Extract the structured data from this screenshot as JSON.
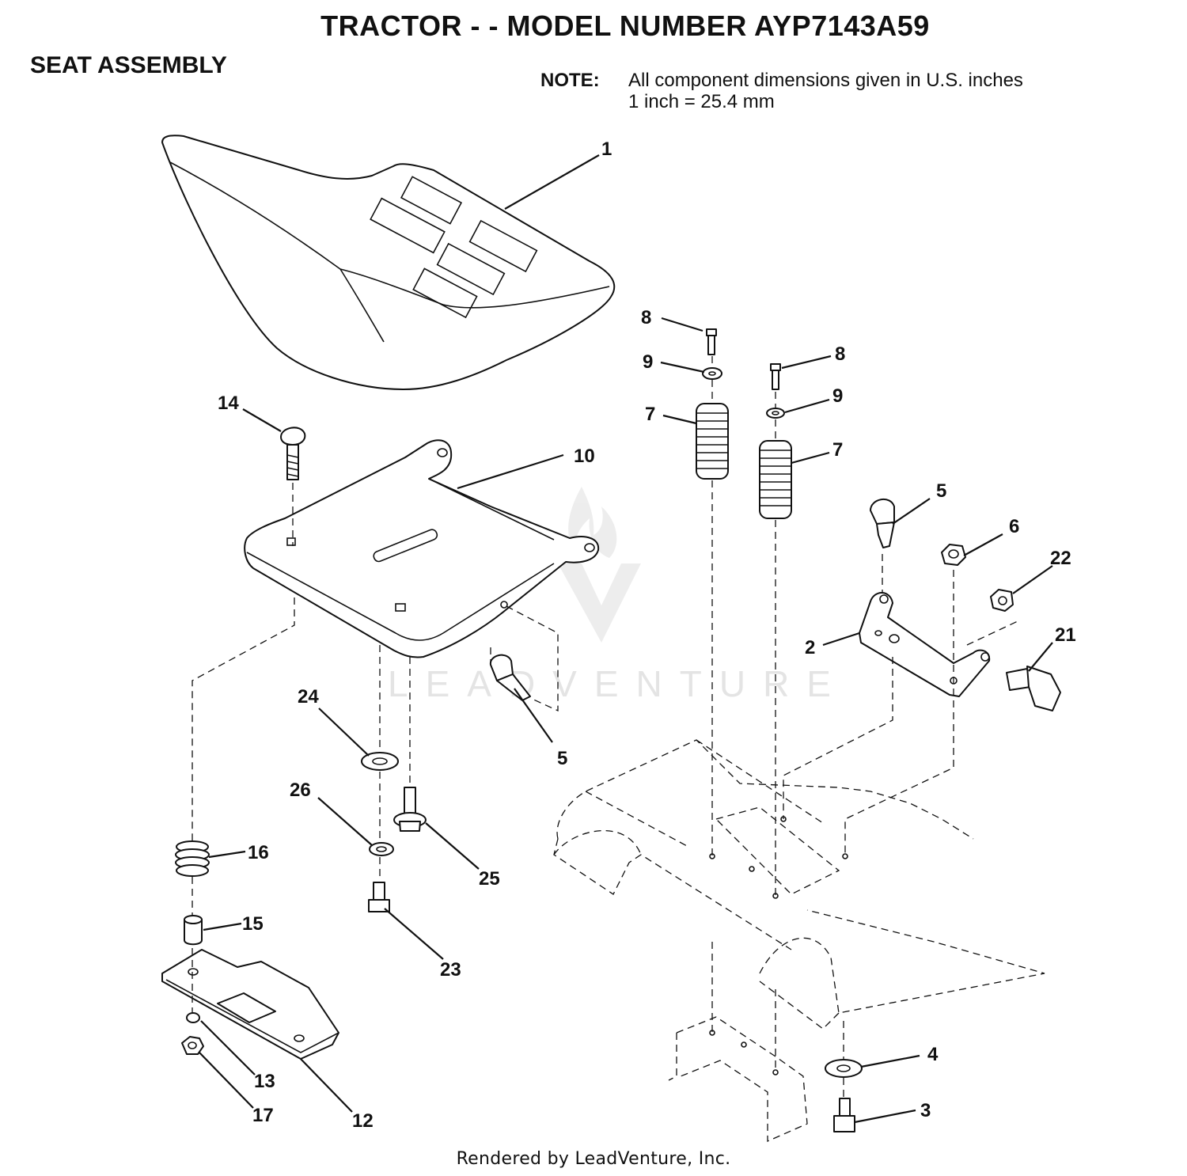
{
  "header": {
    "title": "TRACTOR - - MODEL NUMBER AYP7143A59",
    "subtitle": "SEAT ASSEMBLY",
    "note_label": "NOTE:",
    "note_line_1": "All component dimensions given in U.S. inches",
    "note_line_2": "1 inch = 25.4 mm"
  },
  "callouts": [
    "1",
    "2",
    "3",
    "4",
    "5",
    "5",
    "6",
    "7",
    "7",
    "8",
    "8",
    "9",
    "9",
    "10",
    "12",
    "13",
    "14",
    "15",
    "16",
    "17",
    "21",
    "22",
    "23",
    "24",
    "25",
    "26"
  ],
  "watermark": "LEADVENTURE",
  "footer": "Rendered by LeadVenture, Inc."
}
